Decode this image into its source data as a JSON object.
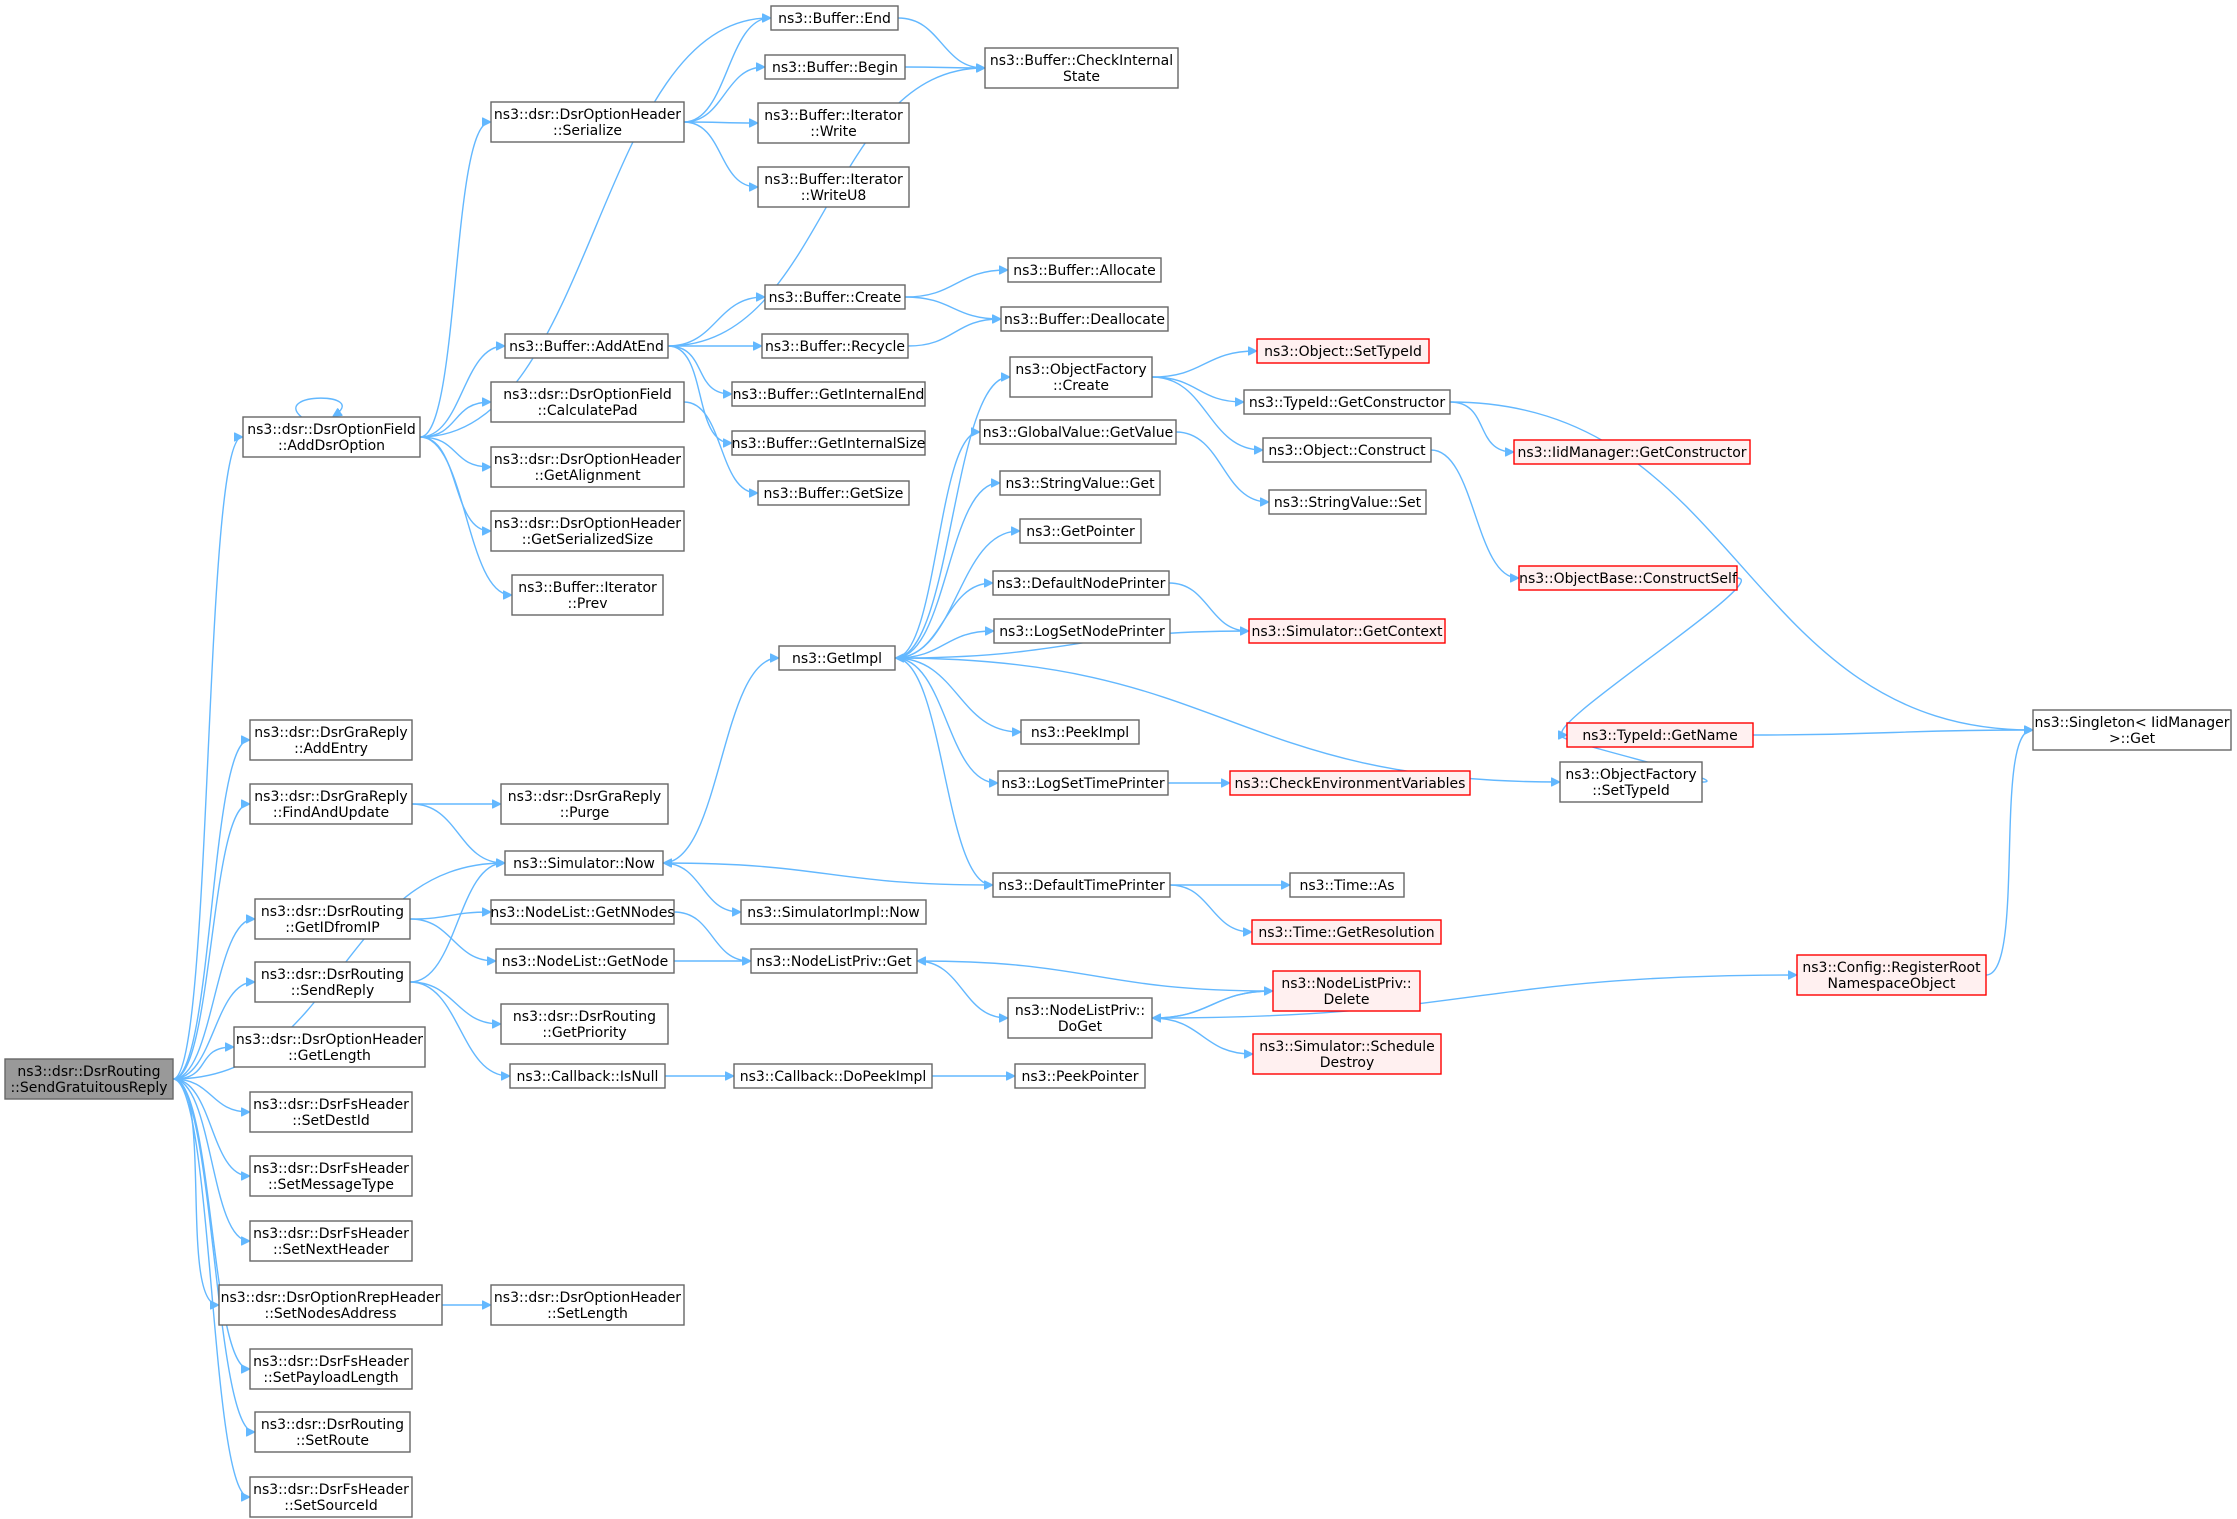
{
  "graph": {
    "colors": {
      "edge": "#63b8ff",
      "node_border": "#666666",
      "root_fill": "#999999",
      "truncated_border": "#ff0000",
      "truncated_fill": "#fff0f0"
    },
    "nodes": [
      {
        "id": "root",
        "lines": [
          "ns3::dsr::DsrRouting",
          "::SendGratuitousReply"
        ],
        "style": "root"
      },
      {
        "id": "addDsrOption",
        "lines": [
          "ns3::dsr::DsrOptionField",
          "::AddDsrOption"
        ]
      },
      {
        "id": "graAddEntry",
        "lines": [
          "ns3::dsr::DsrGraReply",
          "::AddEntry"
        ]
      },
      {
        "id": "graFindAndUpdate",
        "lines": [
          "ns3::dsr::DsrGraReply",
          "::FindAndUpdate"
        ]
      },
      {
        "id": "getIDfromIP",
        "lines": [
          "ns3::dsr::DsrRouting",
          "::GetIDfromIP"
        ]
      },
      {
        "id": "sendReply",
        "lines": [
          "ns3::dsr::DsrRouting",
          "::SendReply"
        ]
      },
      {
        "id": "optGetLength",
        "lines": [
          "ns3::dsr::DsrOptionHeader",
          "::GetLength"
        ]
      },
      {
        "id": "setDestId",
        "lines": [
          "ns3::dsr::DsrFsHeader",
          "::SetDestId"
        ]
      },
      {
        "id": "setMessageType",
        "lines": [
          "ns3::dsr::DsrFsHeader",
          "::SetMessageType"
        ]
      },
      {
        "id": "setNextHeader",
        "lines": [
          "ns3::dsr::DsrFsHeader",
          "::SetNextHeader"
        ]
      },
      {
        "id": "setNodesAddress",
        "lines": [
          "ns3::dsr::DsrOptionRrepHeader",
          "::SetNodesAddress"
        ]
      },
      {
        "id": "setPayloadLength",
        "lines": [
          "ns3::dsr::DsrFsHeader",
          "::SetPayloadLength"
        ]
      },
      {
        "id": "setRoute",
        "lines": [
          "ns3::dsr::DsrRouting",
          "::SetRoute"
        ]
      },
      {
        "id": "setSourceId",
        "lines": [
          "ns3::dsr::DsrFsHeader",
          "::SetSourceId"
        ]
      },
      {
        "id": "optSerialize",
        "lines": [
          "ns3::dsr::DsrOptionHeader",
          "::Serialize"
        ]
      },
      {
        "id": "bufAddAtEnd",
        "lines": [
          "ns3::Buffer::AddAtEnd"
        ]
      },
      {
        "id": "calcPad",
        "lines": [
          "ns3::dsr::DsrOptionField",
          "::CalculatePad"
        ]
      },
      {
        "id": "getAlignment",
        "lines": [
          "ns3::dsr::DsrOptionHeader",
          "::GetAlignment"
        ]
      },
      {
        "id": "getSerializedSize",
        "lines": [
          "ns3::dsr::DsrOptionHeader",
          "::GetSerializedSize"
        ]
      },
      {
        "id": "iterPrev",
        "lines": [
          "ns3::Buffer::Iterator",
          "::Prev"
        ]
      },
      {
        "id": "graPurge",
        "lines": [
          "ns3::dsr::DsrGraReply",
          "::Purge"
        ]
      },
      {
        "id": "simNow",
        "lines": [
          "ns3::Simulator::Now"
        ]
      },
      {
        "id": "getNNodes",
        "lines": [
          "ns3::NodeList::GetNNodes"
        ]
      },
      {
        "id": "getNode",
        "lines": [
          "ns3::NodeList::GetNode"
        ]
      },
      {
        "id": "getPriority",
        "lines": [
          "ns3::dsr::DsrRouting",
          "::GetPriority"
        ]
      },
      {
        "id": "cbIsNull",
        "lines": [
          "ns3::Callback::IsNull"
        ]
      },
      {
        "id": "bufEnd",
        "lines": [
          "ns3::Buffer::End"
        ]
      },
      {
        "id": "bufBegin",
        "lines": [
          "ns3::Buffer::Begin"
        ]
      },
      {
        "id": "iterWrite",
        "lines": [
          "ns3::Buffer::Iterator",
          "::Write"
        ]
      },
      {
        "id": "iterWriteU8",
        "lines": [
          "ns3::Buffer::Iterator",
          "::WriteU8"
        ]
      },
      {
        "id": "bufCreate",
        "lines": [
          "ns3::Buffer::Create"
        ]
      },
      {
        "id": "bufRecycle",
        "lines": [
          "ns3::Buffer::Recycle"
        ]
      },
      {
        "id": "bufGetInternalEnd",
        "lines": [
          "ns3::Buffer::GetInternalEnd"
        ]
      },
      {
        "id": "bufGetInternalSize",
        "lines": [
          "ns3::Buffer::GetInternalSize"
        ]
      },
      {
        "id": "bufGetSize",
        "lines": [
          "ns3::Buffer::GetSize"
        ]
      },
      {
        "id": "getImpl",
        "lines": [
          "ns3::GetImpl"
        ]
      },
      {
        "id": "simImplNow",
        "lines": [
          "ns3::SimulatorImpl::Now"
        ]
      },
      {
        "id": "nodeListPrivGet",
        "lines": [
          "ns3::NodeListPriv::Get"
        ]
      },
      {
        "id": "cbDoPeekImpl",
        "lines": [
          "ns3::Callback::DoPeekImpl"
        ]
      },
      {
        "id": "bufCheckInternalState",
        "lines": [
          "ns3::Buffer::CheckInternal",
          "State"
        ]
      },
      {
        "id": "bufAllocate",
        "lines": [
          "ns3::Buffer::Allocate"
        ]
      },
      {
        "id": "bufDeallocate",
        "lines": [
          "ns3::Buffer::Deallocate"
        ]
      },
      {
        "id": "objFactoryCreate",
        "lines": [
          "ns3::ObjectFactory",
          "::Create"
        ]
      },
      {
        "id": "globalValueGetValue",
        "lines": [
          "ns3::GlobalValue::GetValue"
        ]
      },
      {
        "id": "stringValueGet",
        "lines": [
          "ns3::StringValue::Get"
        ]
      },
      {
        "id": "getPointer",
        "lines": [
          "ns3::GetPointer"
        ]
      },
      {
        "id": "defaultNodePrinter",
        "lines": [
          "ns3::DefaultNodePrinter"
        ]
      },
      {
        "id": "logSetNodePrinter",
        "lines": [
          "ns3::LogSetNodePrinter"
        ]
      },
      {
        "id": "peekImpl",
        "lines": [
          "ns3::PeekImpl"
        ]
      },
      {
        "id": "logSetTimePrinter",
        "lines": [
          "ns3::LogSetTimePrinter"
        ]
      },
      {
        "id": "defaultTimePrinter",
        "lines": [
          "ns3::DefaultTimePrinter"
        ]
      },
      {
        "id": "nodeListPrivDoGet",
        "lines": [
          "ns3::NodeListPriv::",
          "DoGet"
        ]
      },
      {
        "id": "peekPointer",
        "lines": [
          "ns3::PeekPointer"
        ]
      },
      {
        "id": "objSetTypeId",
        "lines": [
          "ns3::Object::SetTypeId"
        ],
        "style": "trunc"
      },
      {
        "id": "typeIdGetConstructor",
        "lines": [
          "ns3::TypeId::GetConstructor"
        ]
      },
      {
        "id": "objConstruct",
        "lines": [
          "ns3::Object::Construct"
        ]
      },
      {
        "id": "stringValueSet",
        "lines": [
          "ns3::StringValue::Set"
        ]
      },
      {
        "id": "simGetContext",
        "lines": [
          "ns3::Simulator::GetContext"
        ],
        "style": "trunc"
      },
      {
        "id": "checkEnvVars",
        "lines": [
          "ns3::CheckEnvironmentVariables"
        ],
        "style": "trunc"
      },
      {
        "id": "timeAs",
        "lines": [
          "ns3::Time::As"
        ]
      },
      {
        "id": "timeGetResolution",
        "lines": [
          "ns3::Time::GetResolution"
        ],
        "style": "trunc"
      },
      {
        "id": "nodeListPrivDelete",
        "lines": [
          "ns3::NodeListPriv::",
          "Delete"
        ],
        "style": "trunc"
      },
      {
        "id": "simScheduleDestroy",
        "lines": [
          "ns3::Simulator::Schedule",
          "Destroy"
        ],
        "style": "trunc"
      },
      {
        "id": "iidMgrGetConstructor",
        "lines": [
          "ns3::IidManager::GetConstructor"
        ],
        "style": "trunc"
      },
      {
        "id": "objBaseConstructSelf",
        "lines": [
          "ns3::ObjectBase::ConstructSelf"
        ],
        "style": "trunc"
      },
      {
        "id": "objFactorySetTypeId",
        "lines": [
          "ns3::ObjectFactory",
          "::SetTypeId"
        ]
      },
      {
        "id": "typeIdGetName",
        "lines": [
          "ns3::TypeId::GetName"
        ],
        "style": "trunc"
      },
      {
        "id": "configRegisterRoot",
        "lines": [
          "ns3::Config::RegisterRoot",
          "NamespaceObject"
        ],
        "style": "trunc"
      },
      {
        "id": "singletonGet",
        "lines": [
          "ns3::Singleton< IidManager",
          " >::Get"
        ]
      }
    ],
    "edges": [
      [
        "root",
        "addDsrOption"
      ],
      [
        "root",
        "graAddEntry"
      ],
      [
        "root",
        "graFindAndUpdate"
      ],
      [
        "root",
        "simNow"
      ],
      [
        "root",
        "getIDfromIP"
      ],
      [
        "root",
        "sendReply"
      ],
      [
        "root",
        "optGetLength"
      ],
      [
        "root",
        "setDestId"
      ],
      [
        "root",
        "setMessageType"
      ],
      [
        "root",
        "setNextHeader"
      ],
      [
        "root",
        "setNodesAddress"
      ],
      [
        "root",
        "setPayloadLength"
      ],
      [
        "root",
        "setRoute"
      ],
      [
        "root",
        "setSourceId"
      ],
      [
        "addDsrOption",
        "addDsrOption"
      ],
      [
        "addDsrOption",
        "bufEnd"
      ],
      [
        "addDsrOption",
        "optSerialize"
      ],
      [
        "addDsrOption",
        "bufAddAtEnd"
      ],
      [
        "addDsrOption",
        "calcPad"
      ],
      [
        "addDsrOption",
        "getAlignment"
      ],
      [
        "addDsrOption",
        "getSerializedSize"
      ],
      [
        "addDsrOption",
        "iterPrev"
      ],
      [
        "optSerialize",
        "bufEnd"
      ],
      [
        "optSerialize",
        "bufBegin"
      ],
      [
        "optSerialize",
        "iterWrite"
      ],
      [
        "optSerialize",
        "iterWriteU8"
      ],
      [
        "bufEnd",
        "bufCheckInternalState"
      ],
      [
        "bufBegin",
        "bufCheckInternalState"
      ],
      [
        "bufAddAtEnd",
        "bufCheckInternalState"
      ],
      [
        "bufAddAtEnd",
        "bufCreate"
      ],
      [
        "bufAddAtEnd",
        "bufRecycle"
      ],
      [
        "bufAddAtEnd",
        "bufGetInternalEnd"
      ],
      [
        "bufAddAtEnd",
        "bufGetInternalSize"
      ],
      [
        "bufCreate",
        "bufAllocate"
      ],
      [
        "bufCreate",
        "bufDeallocate"
      ],
      [
        "bufRecycle",
        "bufDeallocate"
      ],
      [
        "calcPad",
        "bufGetSize"
      ],
      [
        "graFindAndUpdate",
        "graPurge"
      ],
      [
        "graFindAndUpdate",
        "simNow"
      ],
      [
        "simNow",
        "getImpl"
      ],
      [
        "simNow",
        "simImplNow"
      ],
      [
        "getIDfromIP",
        "getNNodes"
      ],
      [
        "getIDfromIP",
        "getNode"
      ],
      [
        "sendReply",
        "simNow"
      ],
      [
        "sendReply",
        "getPriority"
      ],
      [
        "sendReply",
        "cbIsNull"
      ],
      [
        "getNNodes",
        "nodeListPrivGet"
      ],
      [
        "getNode",
        "nodeListPrivGet"
      ],
      [
        "cbIsNull",
        "cbDoPeekImpl"
      ],
      [
        "cbDoPeekImpl",
        "peekPointer"
      ],
      [
        "setNodesAddress",
        "optSetLength"
      ],
      [
        "getImpl",
        "objFactoryCreate"
      ],
      [
        "getImpl",
        "globalValueGetValue"
      ],
      [
        "getImpl",
        "stringValueGet"
      ],
      [
        "getImpl",
        "getPointer"
      ],
      [
        "getImpl",
        "defaultNodePrinter"
      ],
      [
        "getImpl",
        "logSetNodePrinter"
      ],
      [
        "getImpl",
        "peekImpl"
      ],
      [
        "getImpl",
        "logSetTimePrinter"
      ],
      [
        "getImpl",
        "defaultTimePrinter"
      ],
      [
        "getImpl",
        "objFactorySetTypeId"
      ],
      [
        "objFactoryCreate",
        "objSetTypeId"
      ],
      [
        "objFactoryCreate",
        "typeIdGetConstructor"
      ],
      [
        "objFactoryCreate",
        "objConstruct"
      ],
      [
        "globalValueGetValue",
        "stringValueSet"
      ],
      [
        "defaultNodePrinter",
        "simGetContext"
      ],
      [
        "simGetContext",
        "getImpl"
      ],
      [
        "logSetTimePrinter",
        "checkEnvVars"
      ],
      [
        "defaultTimePrinter",
        "simNow"
      ],
      [
        "defaultTimePrinter",
        "timeAs"
      ],
      [
        "defaultTimePrinter",
        "timeGetResolution"
      ],
      [
        "nodeListPrivGet",
        "nodeListPrivDoGet"
      ],
      [
        "nodeListPrivDoGet",
        "nodeListPrivDelete"
      ],
      [
        "nodeListPrivDoGet",
        "simScheduleDestroy"
      ],
      [
        "nodeListPrivDoGet",
        "configRegisterRoot"
      ],
      [
        "nodeListPrivDelete",
        "nodeListPrivGet"
      ],
      [
        "nodeListPrivDelete",
        "nodeListPrivDoGet"
      ],
      [
        "typeIdGetConstructor",
        "iidMgrGetConstructor"
      ],
      [
        "typeIdGetConstructor",
        "singletonGet"
      ],
      [
        "objConstruct",
        "objBaseConstructSelf"
      ],
      [
        "objBaseConstructSelf",
        "typeIdGetName"
      ],
      [
        "objFactorySetTypeId",
        "typeIdGetName"
      ],
      [
        "typeIdGetName",
        "singletonGet"
      ],
      [
        "configRegisterRoot",
        "singletonGet"
      ]
    ],
    "extra_nodes": [
      {
        "id": "optSetLength",
        "lines": [
          "ns3::dsr::DsrOptionHeader",
          "::SetLength"
        ]
      }
    ]
  }
}
